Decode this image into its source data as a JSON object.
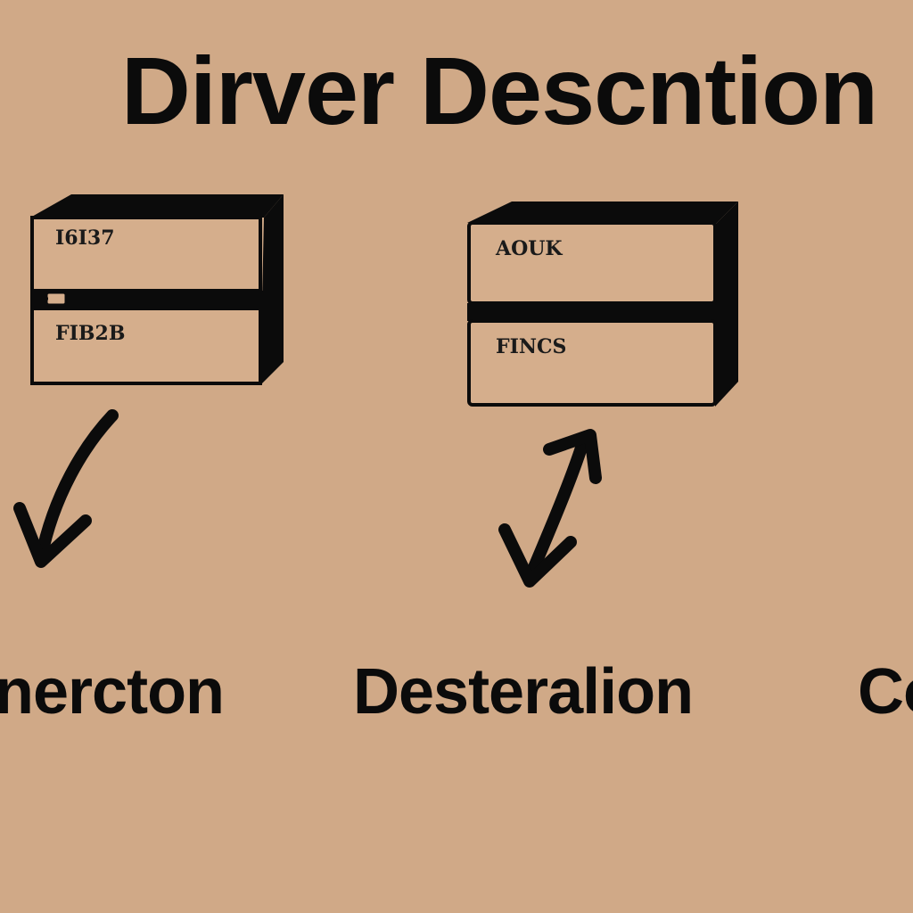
{
  "title": "Dirver Descntion",
  "left_cabinet": {
    "top_drawer_label": "I6I37",
    "bottom_drawer_label": "FIB2B"
  },
  "right_cabinet": {
    "top_drawer_label": "AOUK",
    "bottom_drawer_label": "FINCS"
  },
  "labels": {
    "left": "nercton",
    "center": "Desteralion",
    "right": "Co"
  },
  "colors": {
    "background": "#d0a987",
    "ink": "#0b0b0b",
    "drawer_face": "#d5ae8c"
  },
  "icons": {
    "left_arrow": "curved-down-arrow-icon",
    "center_arrow": "double-headed-arrow-icon"
  }
}
